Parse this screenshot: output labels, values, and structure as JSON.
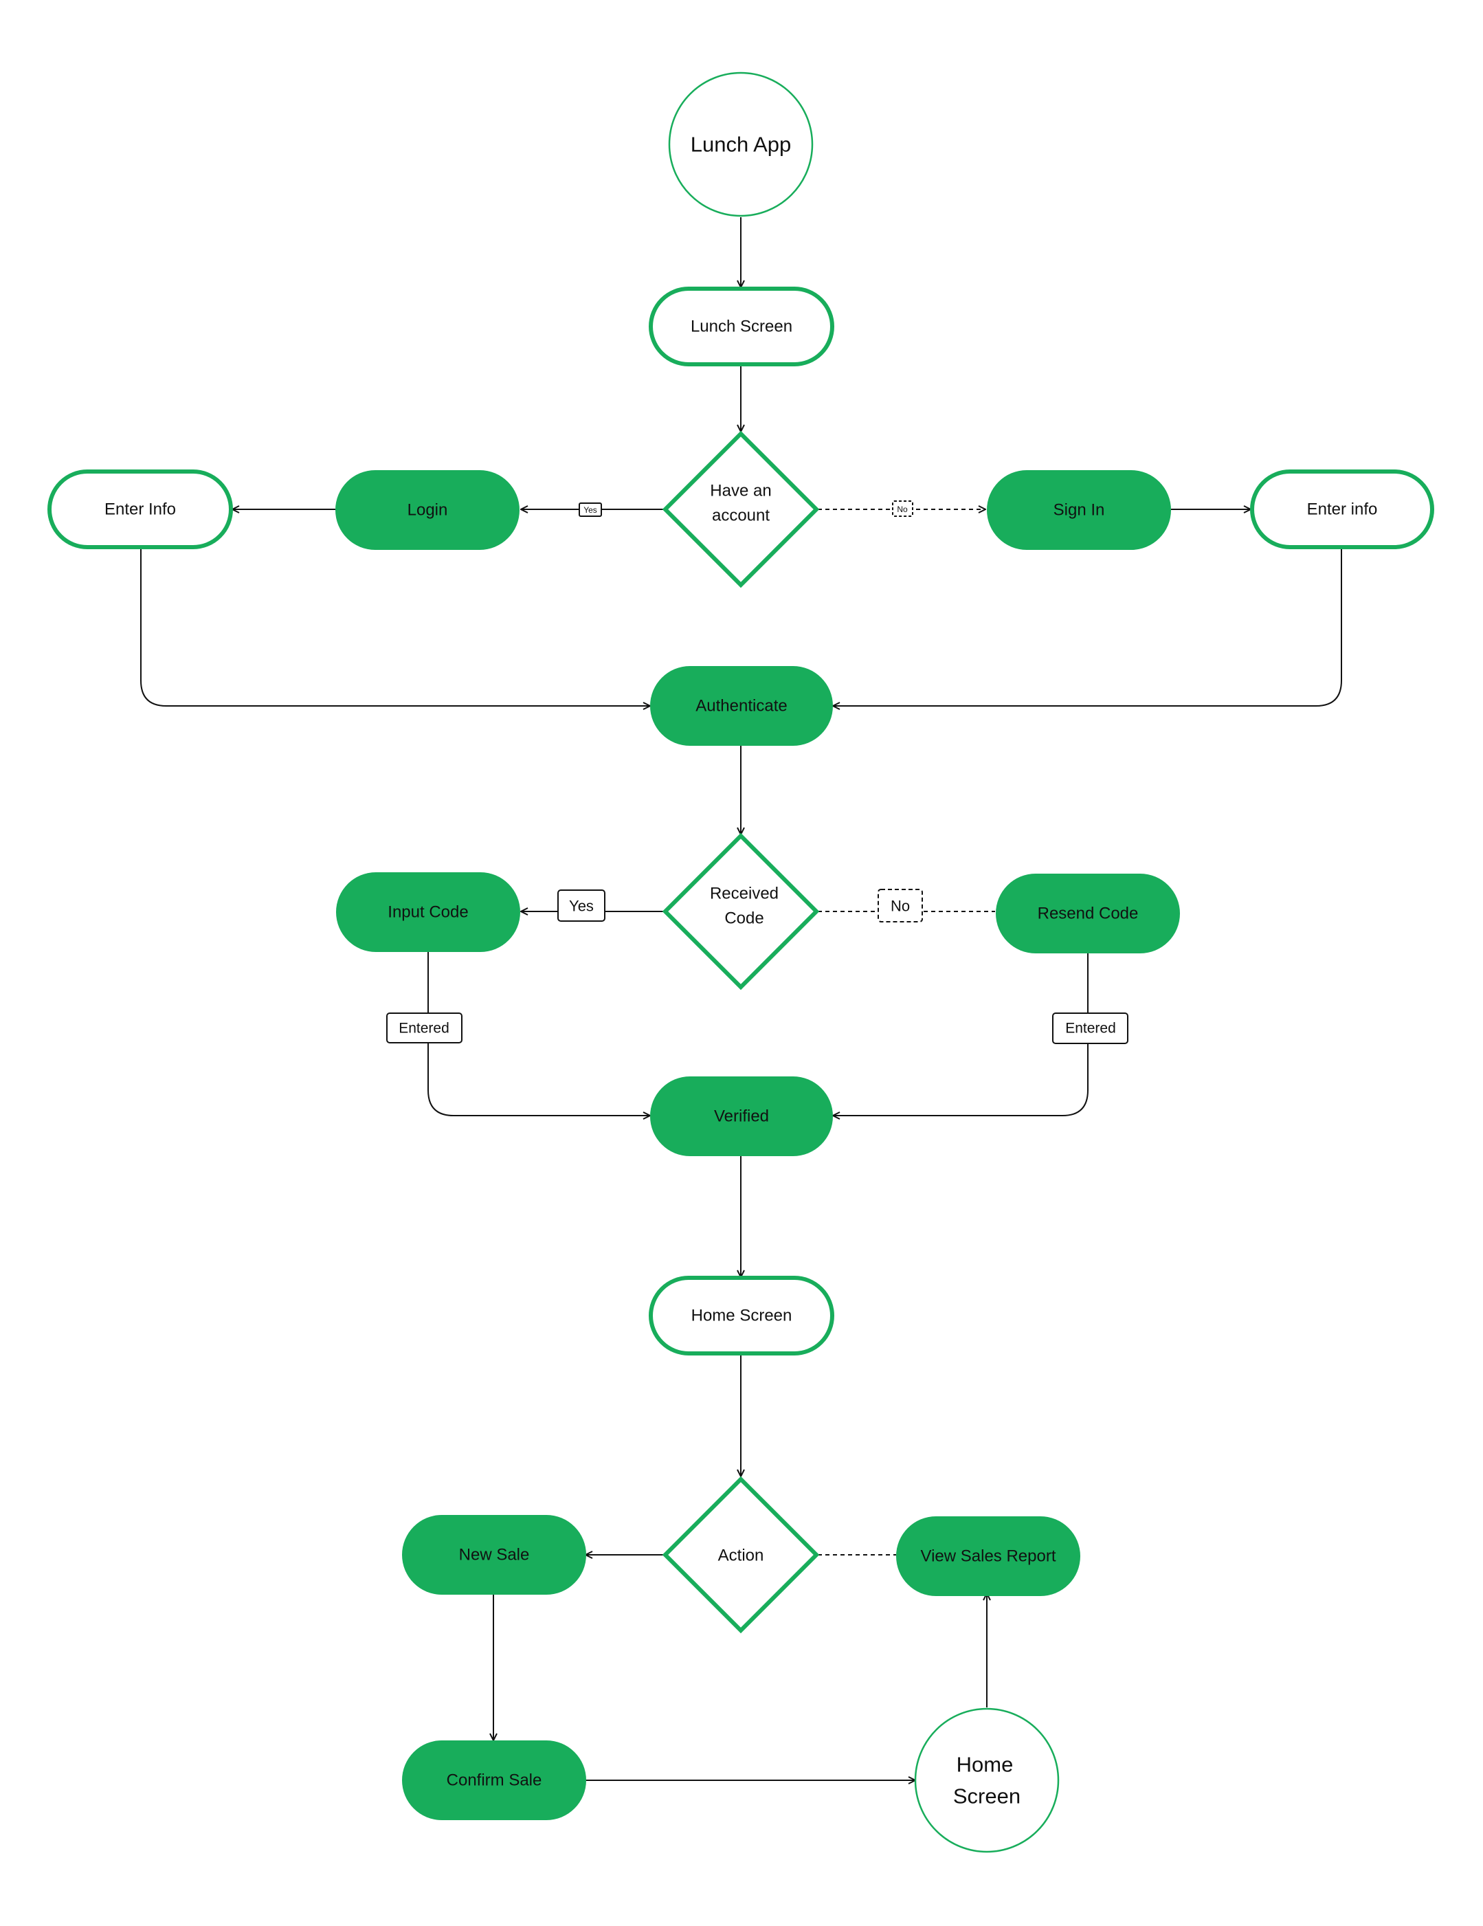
{
  "colors": {
    "accent": "#18ad5b",
    "line": "#111111",
    "background": "#ffffff"
  },
  "nodes": {
    "lunch_app": "Lunch App",
    "lunch_screen": "Lunch Screen",
    "have_account": [
      "Have an",
      "account"
    ],
    "login": "Login",
    "enter_info_left": "Enter Info",
    "sign_in": "Sign In",
    "enter_info_right": "Enter info",
    "authenticate": "Authenticate",
    "received_code": [
      "Received",
      "Code"
    ],
    "input_code": "Input Code",
    "resend_code": "Resend Code",
    "verified": "Verified",
    "home_screen": "Home Screen",
    "action": "Action",
    "new_sale": "New Sale",
    "view_sales_report": "View Sales Report",
    "confirm_sale": "Confirm Sale",
    "home_screen_end": [
      "Home",
      "Screen"
    ]
  },
  "edge_labels": {
    "yes_1": "Yes",
    "no_1": "No",
    "yes_2": "Yes",
    "no_2": "No",
    "entered_left": "Entered",
    "entered_right": "Entered"
  }
}
